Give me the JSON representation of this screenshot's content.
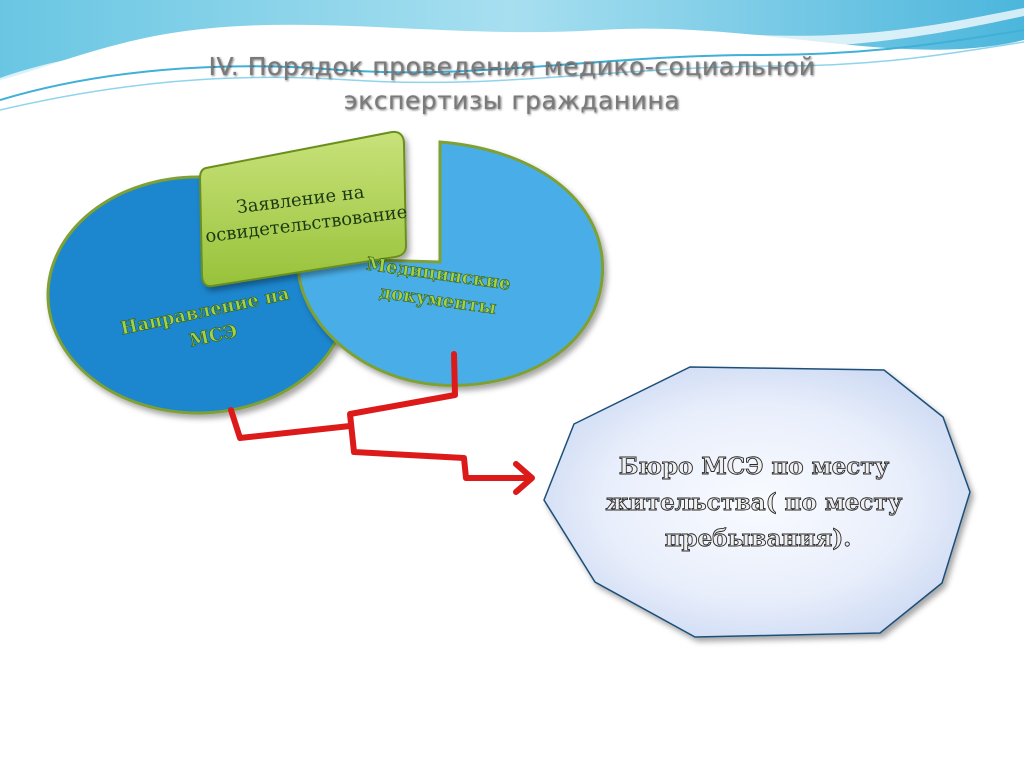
{
  "slide": {
    "title_line1": "IV. Порядок проведения медико-социальной",
    "title_line2": "экспертизы гражданина"
  },
  "diagram": {
    "left_oval_label": [
      "Направление на",
      "МСЭ"
    ],
    "green_box_label": [
      "Заявление на",
      "освидетельствование"
    ],
    "right_shape_label": [
      "Медицинские",
      "документы"
    ],
    "octagon_label": [
      "Бюро МСЭ по месту",
      "жительства( по месту",
      "пребывания)."
    ]
  },
  "colors": {
    "left_oval": "#1e86cf",
    "right_shape": "#4aaee8",
    "green_box": "#a8cc4a",
    "arrow": "#dd1a1a",
    "octagon_edge": "#d7e2f7",
    "octagon_center": "#f9fbff"
  }
}
